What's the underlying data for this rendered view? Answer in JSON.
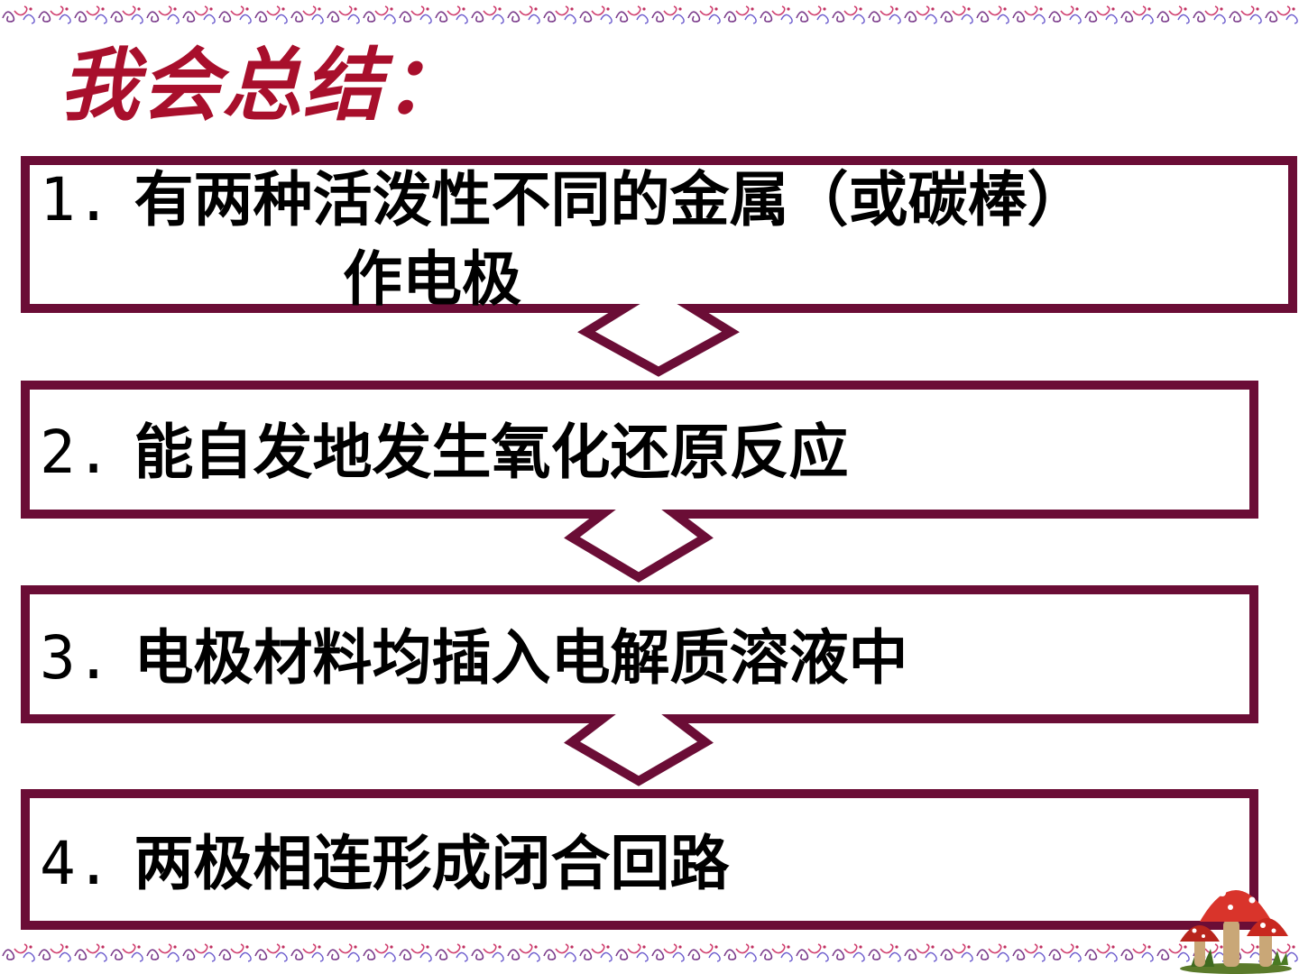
{
  "slide": {
    "title": "我会总结：",
    "colors": {
      "title": "#a80f2c",
      "frame": "#6b0d36",
      "text": "#000000"
    },
    "steps": [
      {
        "number": "1.",
        "text": "有两种活泼性不同的金属（或碳棒）",
        "continuation": "作电极"
      },
      {
        "number": "2.",
        "text": "能自发地发生氧化还原反应"
      },
      {
        "number": "3.",
        "text": "电极材料均插入电解质溶液中"
      },
      {
        "number": "4.",
        "text": "两极相连形成闭合回路"
      }
    ],
    "decorations": {
      "border_icon": "ornamental-swirl-icon",
      "corner_icon": "mushroom-icon"
    }
  }
}
